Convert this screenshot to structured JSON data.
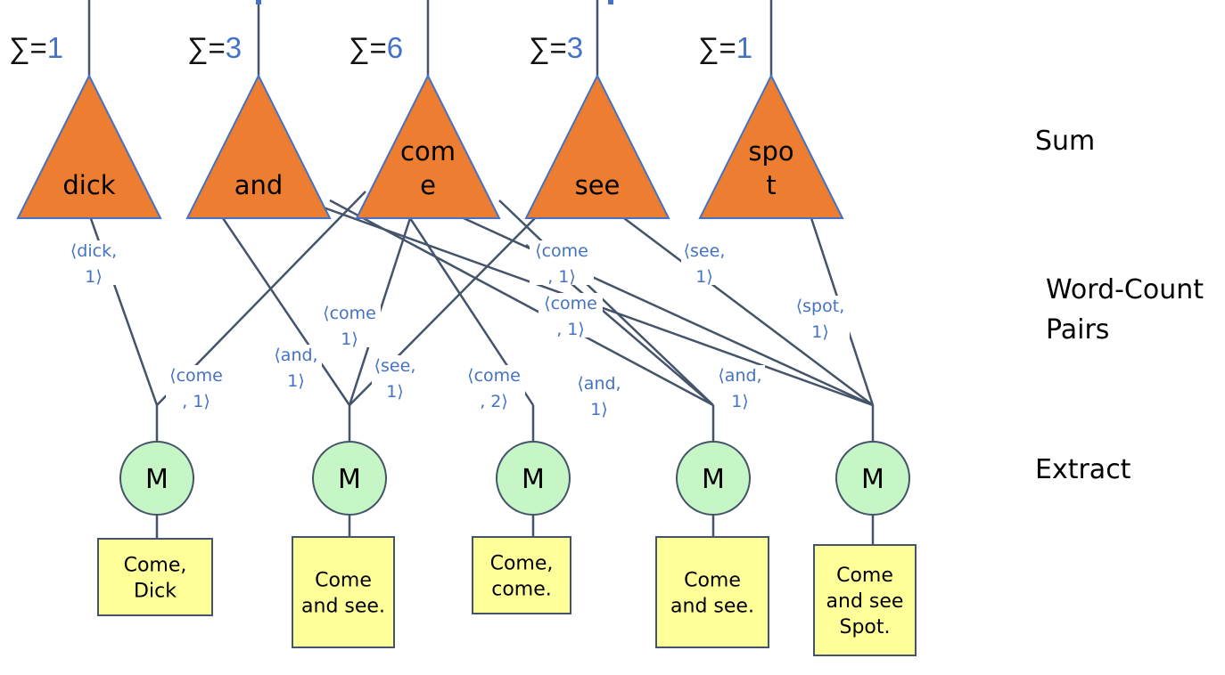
{
  "colors": {
    "line": "#44546a",
    "triangle_fill": "#ed7d31",
    "triangle_stroke": "#4472c4",
    "mapper_fill": "#c6f5c6",
    "mapper_stroke": "#44546a",
    "doc_fill": "#ffff99",
    "doc_stroke": "#44546a",
    "value_text": "#4472c4"
  },
  "reducers": [
    {
      "sum_symbol": "∑=",
      "sum_value": "1",
      "word_lines": [
        "dick"
      ]
    },
    {
      "sum_symbol": "∑=",
      "sum_value": "3",
      "word_lines": [
        "and"
      ]
    },
    {
      "sum_symbol": "∑=",
      "sum_value": "6",
      "word_lines": [
        "com",
        "e"
      ]
    },
    {
      "sum_symbol": "∑=",
      "sum_value": "3",
      "word_lines": [
        "see"
      ]
    },
    {
      "sum_symbol": "∑=",
      "sum_value": "1",
      "word_lines": [
        "spo",
        "t"
      ]
    }
  ],
  "pair_labels": [
    [
      "⟨dick,",
      "1⟩"
    ],
    [
      "⟨come",
      ", 1⟩"
    ],
    [
      "⟨see,",
      "1⟩"
    ],
    [
      "⟨come",
      ", 1⟩"
    ],
    [
      "⟨spot,",
      "1⟩"
    ],
    [
      "⟨come",
      "1⟩"
    ],
    [
      "⟨come",
      ", 1⟩"
    ],
    [
      "⟨and,",
      "1⟩"
    ],
    [
      "⟨see,",
      "1⟩"
    ],
    [
      "⟨come",
      ", 2⟩"
    ],
    [
      "⟨and,",
      "1⟩"
    ],
    [
      "⟨and,",
      "1⟩"
    ]
  ],
  "mappers": [
    {
      "label": "M"
    },
    {
      "label": "M"
    },
    {
      "label": "M"
    },
    {
      "label": "M"
    },
    {
      "label": "M"
    }
  ],
  "documents": [
    {
      "lines": [
        "Come,",
        "Dick"
      ]
    },
    {
      "lines": [
        "Come",
        "and see."
      ]
    },
    {
      "lines": [
        "Come,",
        "come."
      ]
    },
    {
      "lines": [
        "Come",
        "and see."
      ]
    },
    {
      "lines": [
        "Come",
        "and see",
        "Spot."
      ]
    }
  ],
  "stage_labels": {
    "sum": [
      "Sum"
    ],
    "pairs": [
      "Word-Count",
      "Pairs"
    ],
    "extract": [
      "Extract"
    ]
  }
}
